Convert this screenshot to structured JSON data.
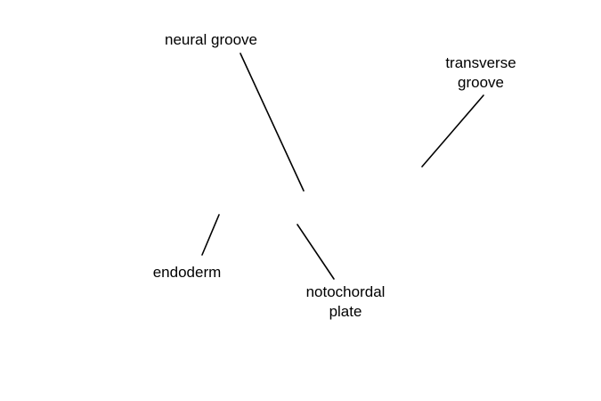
{
  "diagram": {
    "labels": {
      "neural_groove": "neural groove",
      "transverse_groove": [
        "transverse",
        "groove"
      ],
      "endoderm": "endoderm",
      "notochordal_plate": [
        "notochordal",
        "plate"
      ]
    },
    "colors": {
      "background": "#ffffff",
      "text": "#000000",
      "leader_line": "#000000"
    }
  }
}
